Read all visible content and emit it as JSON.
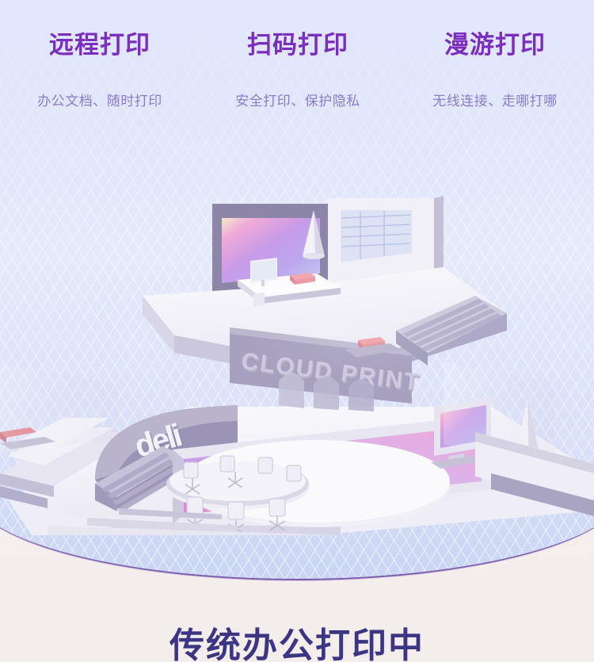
{
  "page": {
    "background_top": "#E2E7FB",
    "background_bottom": "#F4EEED",
    "divider_color": "#7C5BAE"
  },
  "features": [
    {
      "title": "远程打印",
      "subtitle": "办公文档、随时打印"
    },
    {
      "title": "扫码打印",
      "subtitle": "安全打印、保护隐私"
    },
    {
      "title": "漫游打印",
      "subtitle": "无线连接、走哪打哪"
    }
  ],
  "styles": {
    "title_color": "#7B2DBE",
    "subtitle_color": "#8B7BC9",
    "caption_color": "#3B3583"
  },
  "illustration": {
    "alt": "isometric-3d-office-building-cutaway",
    "brand_logo": "deli",
    "signage": "CLOUD PRINT",
    "screen_gradient_from": "#F0B9DE",
    "screen_gradient_mid": "#C79BE8",
    "screen_gradient_to": "#BFC8F0",
    "printer_accent": "#F0A0A8",
    "surface_light": "#F3F2F9",
    "surface_mid": "#D8D6E6",
    "surface_dark": "#8D86A8"
  },
  "bottom_caption": "传统办公打印中"
}
